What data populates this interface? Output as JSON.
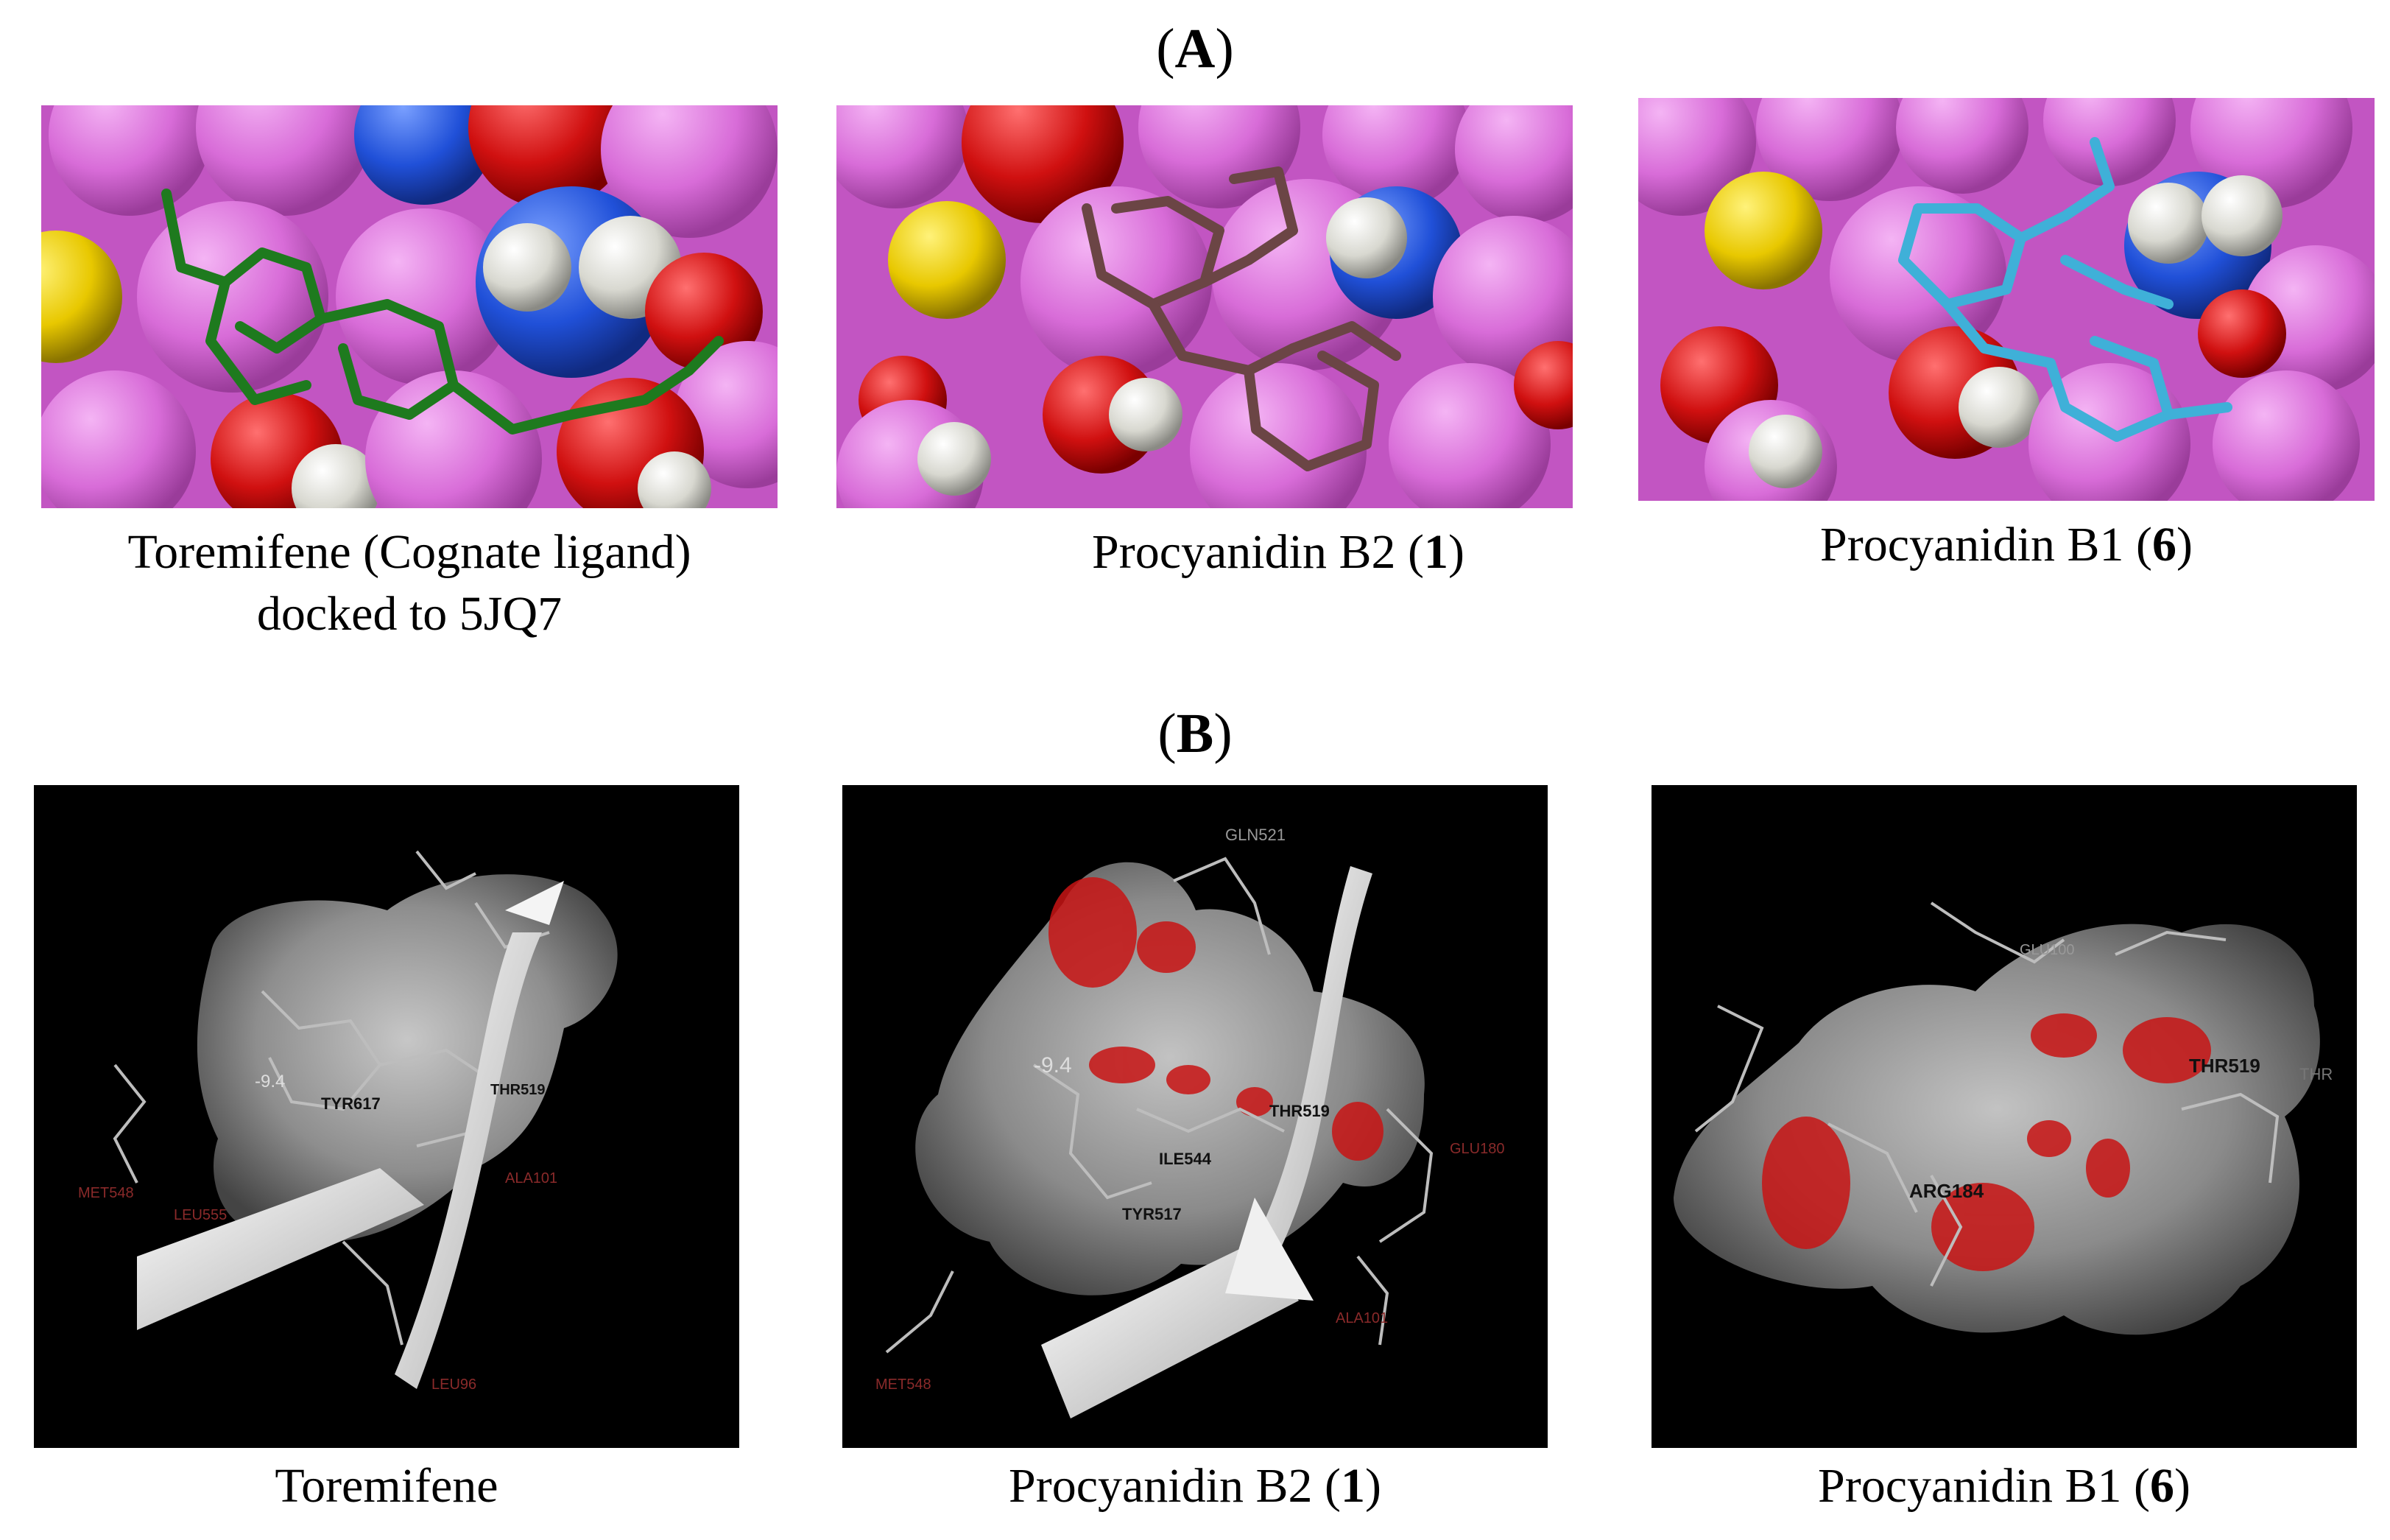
{
  "panel_a": {
    "label_open": "(",
    "label_letter": "A",
    "label_close": ")",
    "images": [
      {
        "caption_line1": "Toremifene (Cognate ligand)",
        "caption_line2": "docked to 5JQ7",
        "ligand_color": "#1e7a1e"
      },
      {
        "caption_prefix": "Procyanidin B2 (",
        "caption_num": "1",
        "caption_suffix": ")",
        "ligand_color": "#6b4545"
      },
      {
        "caption_prefix": "Procyanidin B1 (",
        "caption_num": "6",
        "caption_suffix": ")",
        "ligand_color": "#3fb0d8"
      }
    ]
  },
  "panel_b": {
    "label_open": "(",
    "label_letter": "B",
    "label_close": ")",
    "images": [
      {
        "caption": "Toremifene",
        "residue_labels": [
          "TYR617",
          "-9.4",
          "THR519",
          "MET548",
          "LEU555",
          "ALA101",
          "LEU96"
        ]
      },
      {
        "caption_prefix": "Procyanidin B2 (",
        "caption_num": "1",
        "caption_suffix": ")",
        "residue_labels": [
          "GLN521",
          "-9.4",
          "THR519",
          "ILE544",
          "TYR517",
          "GLU180",
          "ALA101",
          "MET548"
        ]
      },
      {
        "caption_prefix": "Procyanidin B1 (",
        "caption_num": "6",
        "caption_suffix": ")",
        "residue_labels": [
          "GLU100",
          "THR519",
          "THR",
          "ARG184"
        ]
      }
    ]
  },
  "colors": {
    "carbon_sphere": "#d86cd8",
    "oxygen_sphere": "#d01010",
    "nitrogen_sphere": "#2050d8",
    "hydrogen_sphere": "#d8d8d0",
    "sulfur_sphere": "#e8c800",
    "dark_bg": "#000000",
    "surface_gray": "#8a8a8a"
  }
}
